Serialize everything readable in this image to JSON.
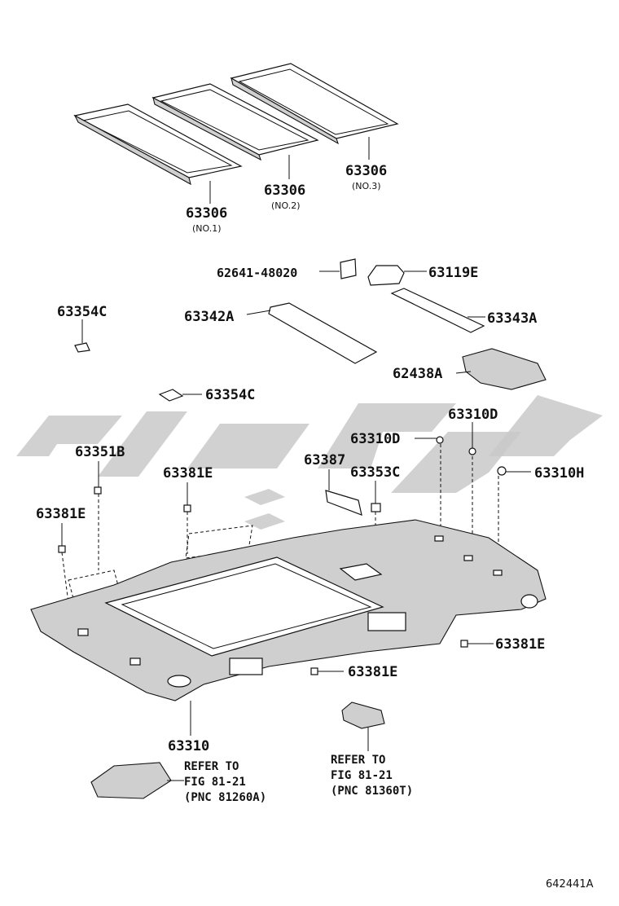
{
  "diagram": {
    "document_code": "642441A",
    "parts": [
      {
        "id": "p1",
        "number": "63306",
        "note": "(NO.1)"
      },
      {
        "id": "p2",
        "number": "63306",
        "note": "(NO.2)"
      },
      {
        "id": "p3",
        "number": "63306",
        "note": "(NO.3)"
      },
      {
        "id": "p4",
        "number": "62641-48020"
      },
      {
        "id": "p5",
        "number": "63119E"
      },
      {
        "id": "p6",
        "number": "63354C"
      },
      {
        "id": "p7",
        "number": "63342A"
      },
      {
        "id": "p8",
        "number": "63343A"
      },
      {
        "id": "p9",
        "number": "62438A"
      },
      {
        "id": "p10",
        "number": "63354C"
      },
      {
        "id": "p11",
        "number": "63310D"
      },
      {
        "id": "p12",
        "number": "63310D"
      },
      {
        "id": "p13",
        "number": "63351B"
      },
      {
        "id": "p14",
        "number": "63381E"
      },
      {
        "id": "p15",
        "number": "63387"
      },
      {
        "id": "p16",
        "number": "63353C"
      },
      {
        "id": "p17",
        "number": "63310H"
      },
      {
        "id": "p18",
        "number": "63381E"
      },
      {
        "id": "p19",
        "number": "63381E"
      },
      {
        "id": "p20",
        "number": "63381E"
      },
      {
        "id": "p21",
        "number": "63310"
      }
    ],
    "references": [
      {
        "line1": "REFER TO",
        "line2": "FIG 81-21",
        "line3": "(PNC 81260A)"
      },
      {
        "line1": "REFER TO",
        "line2": "FIG 81-21",
        "line3": "(PNC 81360T)"
      }
    ]
  }
}
